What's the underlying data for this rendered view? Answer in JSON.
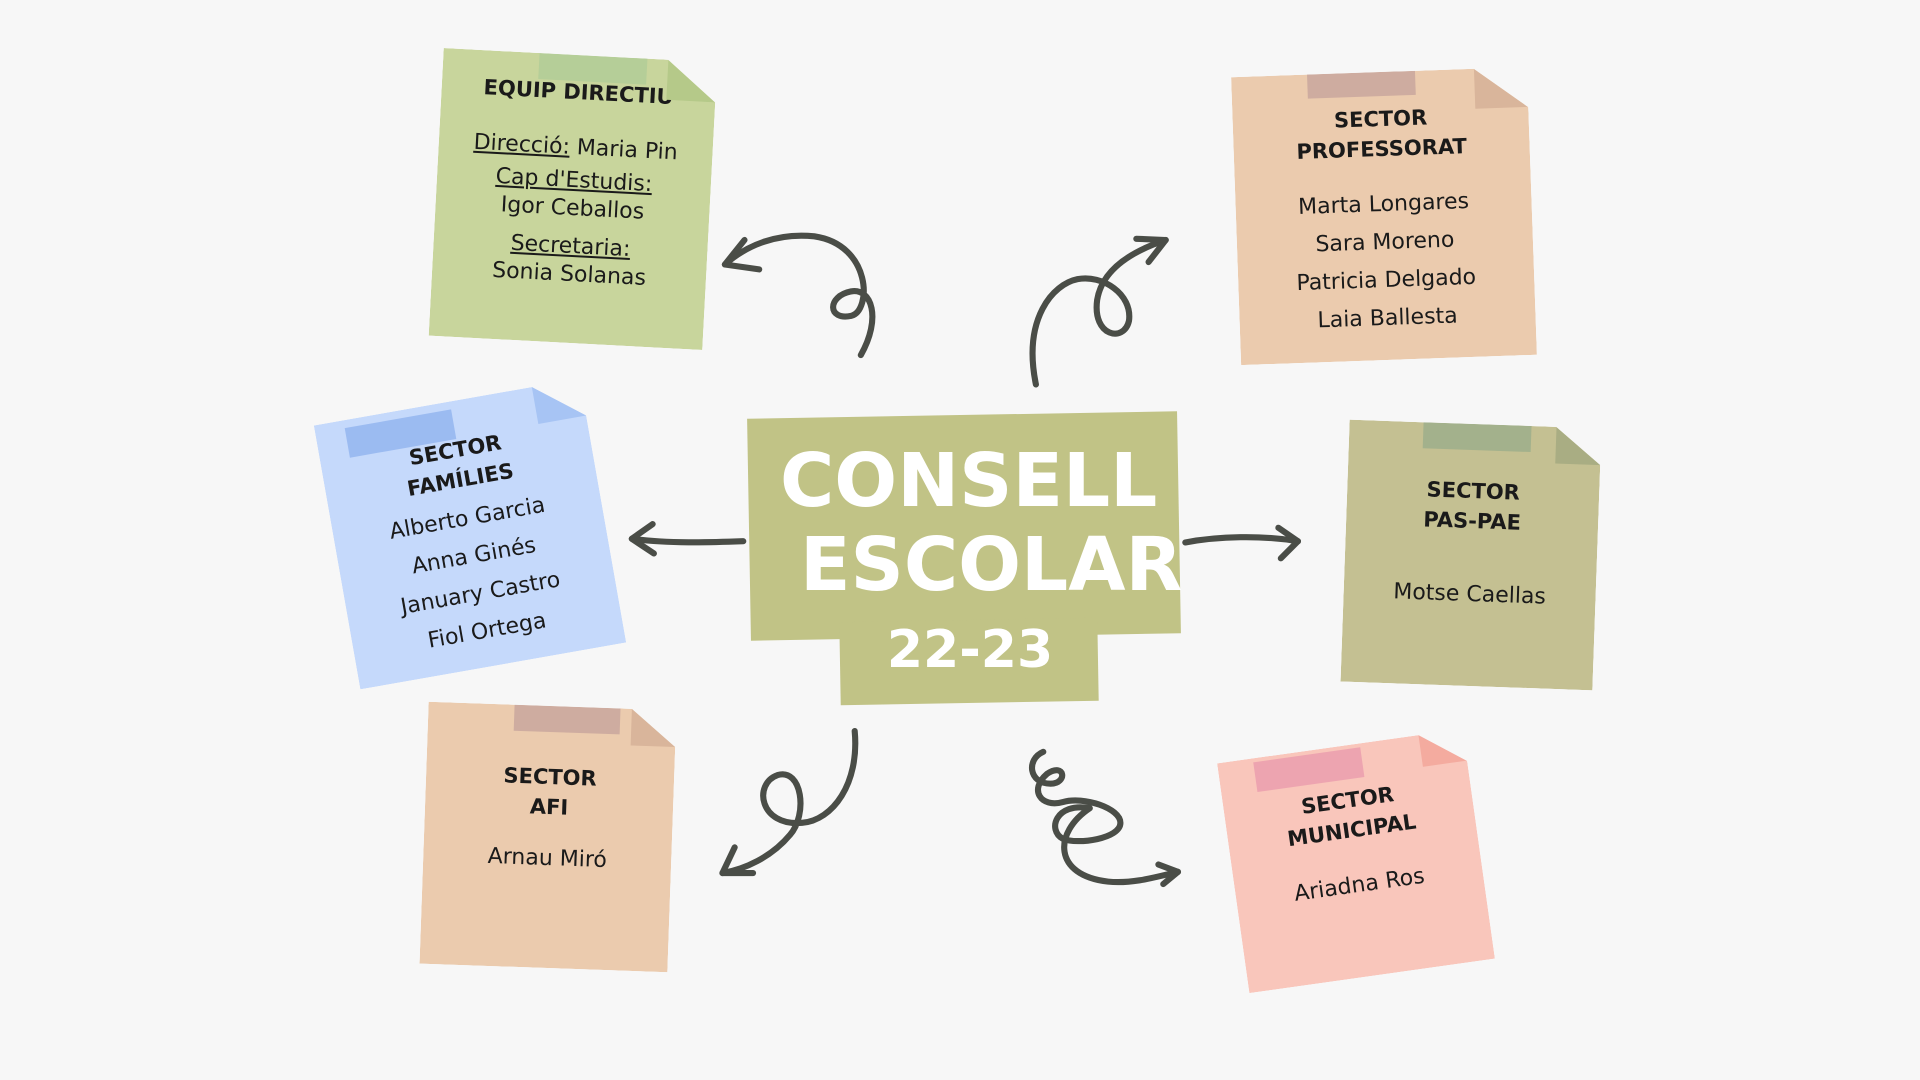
{
  "center": {
    "line1": "CONSELL",
    "line2": "ESCOLAR",
    "year": "22-23",
    "color": "#c1c386"
  },
  "notes": {
    "equip_directiu": {
      "title": "EQUIP DIRECTIU",
      "roles": [
        {
          "role": "Direcció:",
          "name": "Maria Pin"
        },
        {
          "role": "Cap d'Estudis:",
          "name": "Igor Ceballos"
        },
        {
          "role": "Secretaria:",
          "name": "Sonia Solanas"
        }
      ],
      "color": "#c8d59c"
    },
    "professorat": {
      "title_1": "SECTOR",
      "title_2": "PROFESSORAT",
      "members": [
        "Marta Longares",
        "Sara Moreno",
        "Patricia Delgado",
        "Laia Ballesta"
      ],
      "color": "#ebcbae"
    },
    "families": {
      "title_1": "SECTOR",
      "title_2": "FAMÍLIES",
      "members": [
        "Alberto Garcia",
        "Anna Ginés",
        "January Castro",
        "Fiol Ortega"
      ],
      "color": "#c5d9fb"
    },
    "pas_pae": {
      "title_1": "SECTOR",
      "title_2": "PAS-PAE",
      "members": [
        "Motse Caellas"
      ],
      "color": "#c4c092"
    },
    "afi": {
      "title_1": "SECTOR",
      "title_2": "AFI",
      "members": [
        "Arnau Miró"
      ],
      "color": "#ebcbae"
    },
    "municipal": {
      "title_1": "SECTOR",
      "title_2": "MUNICIPAL",
      "members": [
        "Ariadna Ros"
      ],
      "color": "#f9c6bb"
    }
  }
}
